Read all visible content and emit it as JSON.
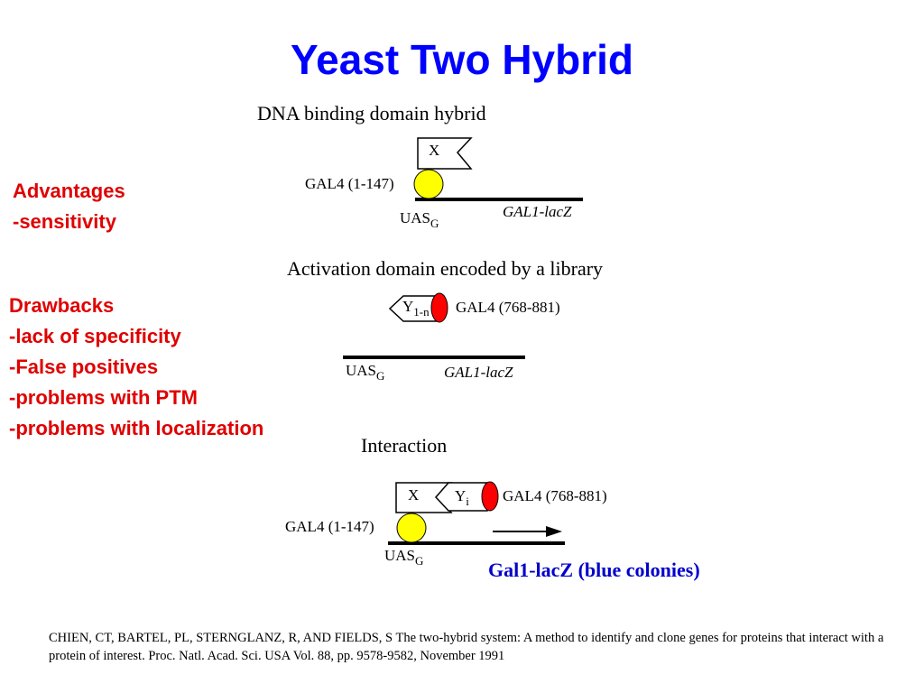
{
  "title": "Yeast Two Hybrid",
  "advantages": {
    "heading": "Advantages",
    "items": [
      "-sensitivity"
    ]
  },
  "drawbacks": {
    "heading": "Drawbacks",
    "items": [
      "-lack of specificity",
      "-False positives",
      "-problems with PTM",
      "-problems with localization"
    ]
  },
  "panel1": {
    "caption": "DNA binding domain hybrid",
    "protein_x": "X",
    "gal4_dbd": "GAL4 (1-147)",
    "uas": "UAS",
    "uas_sub": "G",
    "reporter": "GAL1-lacZ"
  },
  "panel2": {
    "caption": "Activation domain encoded by a library",
    "protein_y": "Y",
    "protein_y_sub": "1-n",
    "gal4_ad": "GAL4 (768-881)",
    "uas": "UAS",
    "uas_sub": "G",
    "reporter": "GAL1-lacZ"
  },
  "panel3": {
    "caption": "Interaction",
    "protein_x": "X",
    "protein_y": "Y",
    "protein_y_sub": "i",
    "gal4_ad": "GAL4 (768-881)",
    "gal4_dbd": "GAL4 (1-147)",
    "uas": "UAS",
    "uas_sub": "G",
    "result": "Gal1-lacZ (blue colonies)"
  },
  "reference": "CHIEN, CT, BARTEL, PL, STERNGLANZ, R, AND FIELDS, S The two-hybrid system: A method to identify and clone genes for proteins that interact with a protein of interest. Proc. Natl. Acad. Sci. USA Vol. 88, pp. 9578-9582, November 1991",
  "colors": {
    "title": "#0000ff",
    "bullets": "#e00000",
    "dbd": "#ffff00",
    "ad": "#ff0000",
    "result": "#0000cc"
  }
}
